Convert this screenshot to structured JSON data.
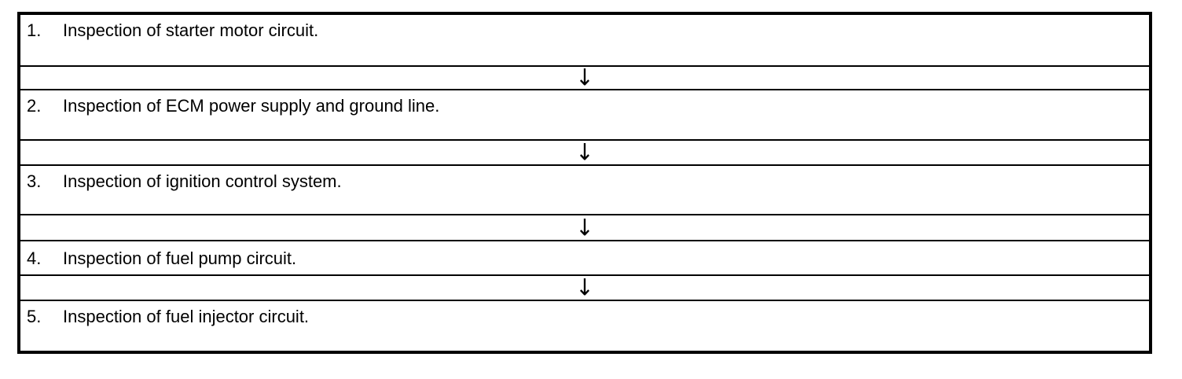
{
  "flowchart": {
    "title": "engine-inspection-sequence",
    "arrow_glyph": "↓",
    "colors": {
      "border": "#000000",
      "text": "#000000",
      "background": "#ffffff"
    },
    "steps": [
      {
        "number": "1.",
        "label": "Inspection of starter motor circuit."
      },
      {
        "number": "2.",
        "label": "Inspection of ECM power supply and ground line."
      },
      {
        "number": "3.",
        "label": "Inspection of ignition control system."
      },
      {
        "number": "4.",
        "label": "Inspection of fuel pump circuit."
      },
      {
        "number": "5.",
        "label": "Inspection of fuel injector circuit."
      }
    ]
  }
}
